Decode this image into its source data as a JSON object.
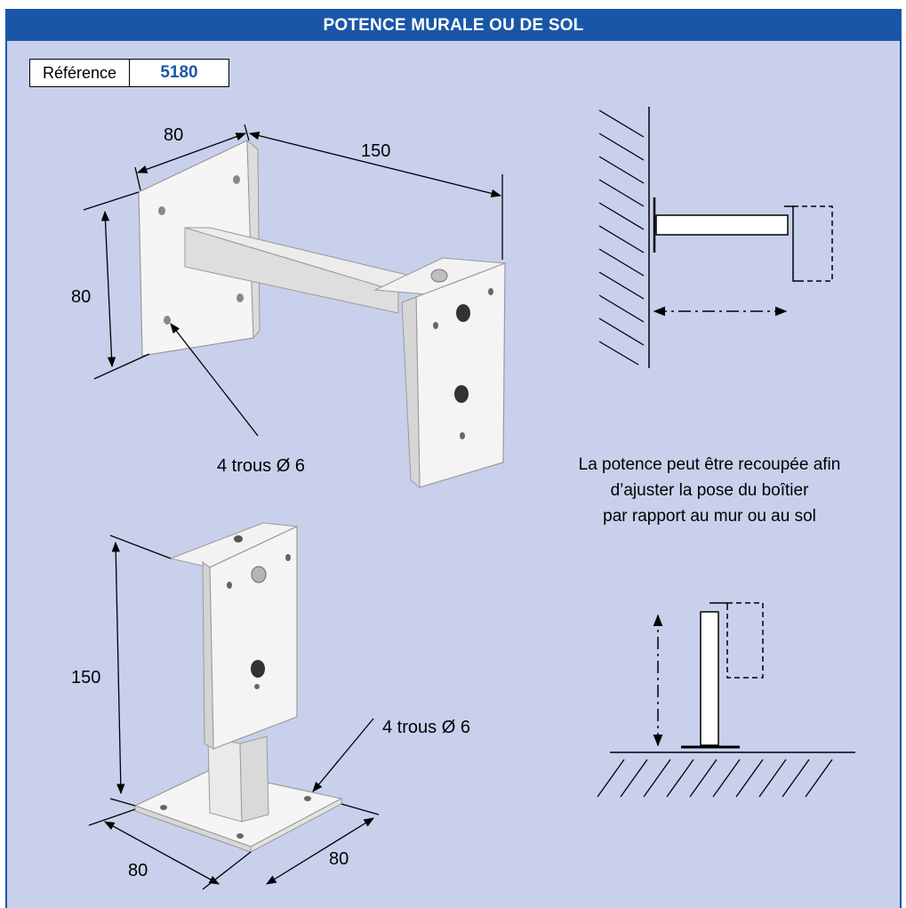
{
  "header": {
    "title": "POTENCE MURALE OU DE SOL"
  },
  "reference": {
    "label": "Référence",
    "value": "5180"
  },
  "wall_bracket": {
    "dim_width": "80",
    "dim_length": "150",
    "dim_height": "80",
    "holes_label": "4 trous Ø 6"
  },
  "floor_bracket": {
    "dim_height": "150",
    "holes_label": "4 trous Ø 6",
    "dim_base_left": "80",
    "dim_base_right": "80"
  },
  "note": {
    "lines": [
      "La potence peut être recoupée afin",
      "d’ajuster la pose du boîtier",
      "par rapport au mur ou au sol"
    ]
  },
  "colors": {
    "brand_blue": "#1a56a8",
    "panel_bg": "#c9d0ec",
    "bracket_white": "#f4f4f4"
  }
}
